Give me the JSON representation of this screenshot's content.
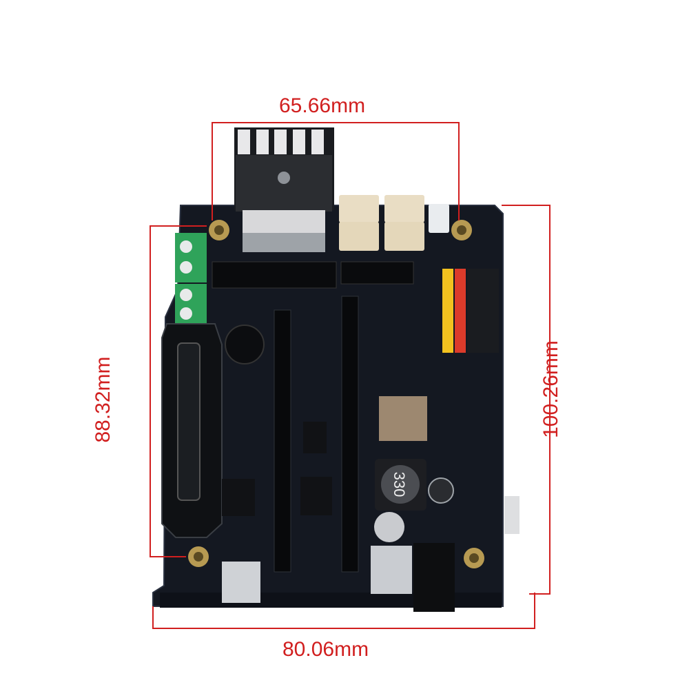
{
  "dimensions": {
    "top_width": "65.66mm",
    "left_height": "88.32mm",
    "right_height": "100.26mm",
    "bottom_width": "80.06mm"
  },
  "colors": {
    "dimension_line": "#d11f1f",
    "pcb": "#141821",
    "background": "#ffffff"
  },
  "board": {
    "inductor_marking": "330"
  }
}
